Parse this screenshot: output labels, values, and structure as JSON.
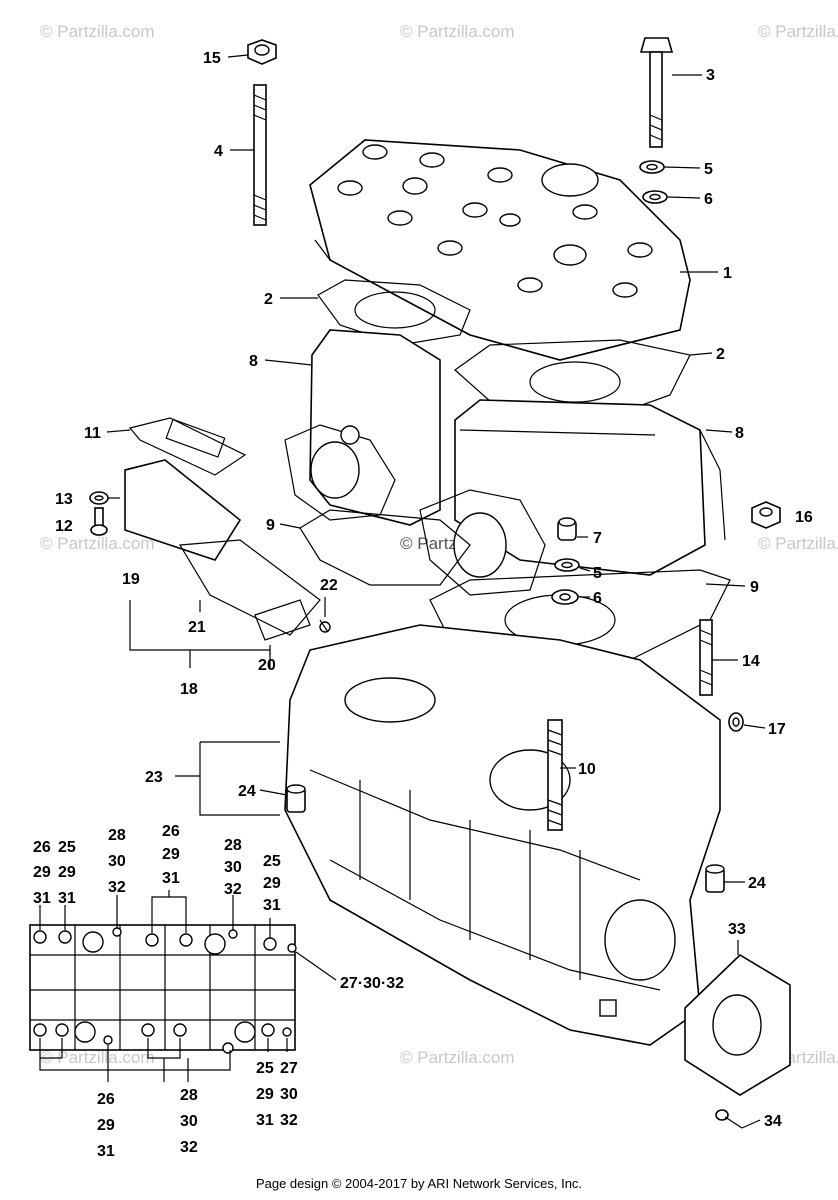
{
  "watermark": "© Partzilla.com",
  "footer": "Page design © 2004-2017 by ARI Network Services, Inc.",
  "callouts": {
    "c1": "1",
    "c2a": "2",
    "c2b": "2",
    "c3": "3",
    "c4": "4",
    "c5a": "5",
    "c5b": "5",
    "c6a": "6",
    "c6b": "6",
    "c7": "7",
    "c8a": "8",
    "c8b": "8",
    "c9a": "9",
    "c9b": "9",
    "c10": "10",
    "c11": "11",
    "c12": "12",
    "c13": "13",
    "c14": "14",
    "c15": "15",
    "c16": "16",
    "c17": "17",
    "c18": "18",
    "c19": "19",
    "c20": "20",
    "c21": "21",
    "c22": "22",
    "c23": "23",
    "c24a": "24",
    "c24b": "24",
    "c27_30_32": "27·30·32",
    "c33": "33",
    "c34": "34"
  },
  "stacks": {
    "s1": [
      "26",
      "29",
      "31"
    ],
    "s2": [
      "25",
      "29",
      "31"
    ],
    "s3": [
      "28",
      "30",
      "32"
    ],
    "s4": [
      "26",
      "29",
      "31"
    ],
    "s5": [
      "28",
      "30",
      "32"
    ],
    "s6": [
      "25",
      "29",
      "31"
    ],
    "s7": [
      "26",
      "29",
      "31"
    ],
    "s8": [
      "28",
      "30",
      "32"
    ],
    "s9": [
      "25",
      "29",
      "31"
    ],
    "s10": [
      "27",
      "30",
      "32"
    ]
  }
}
